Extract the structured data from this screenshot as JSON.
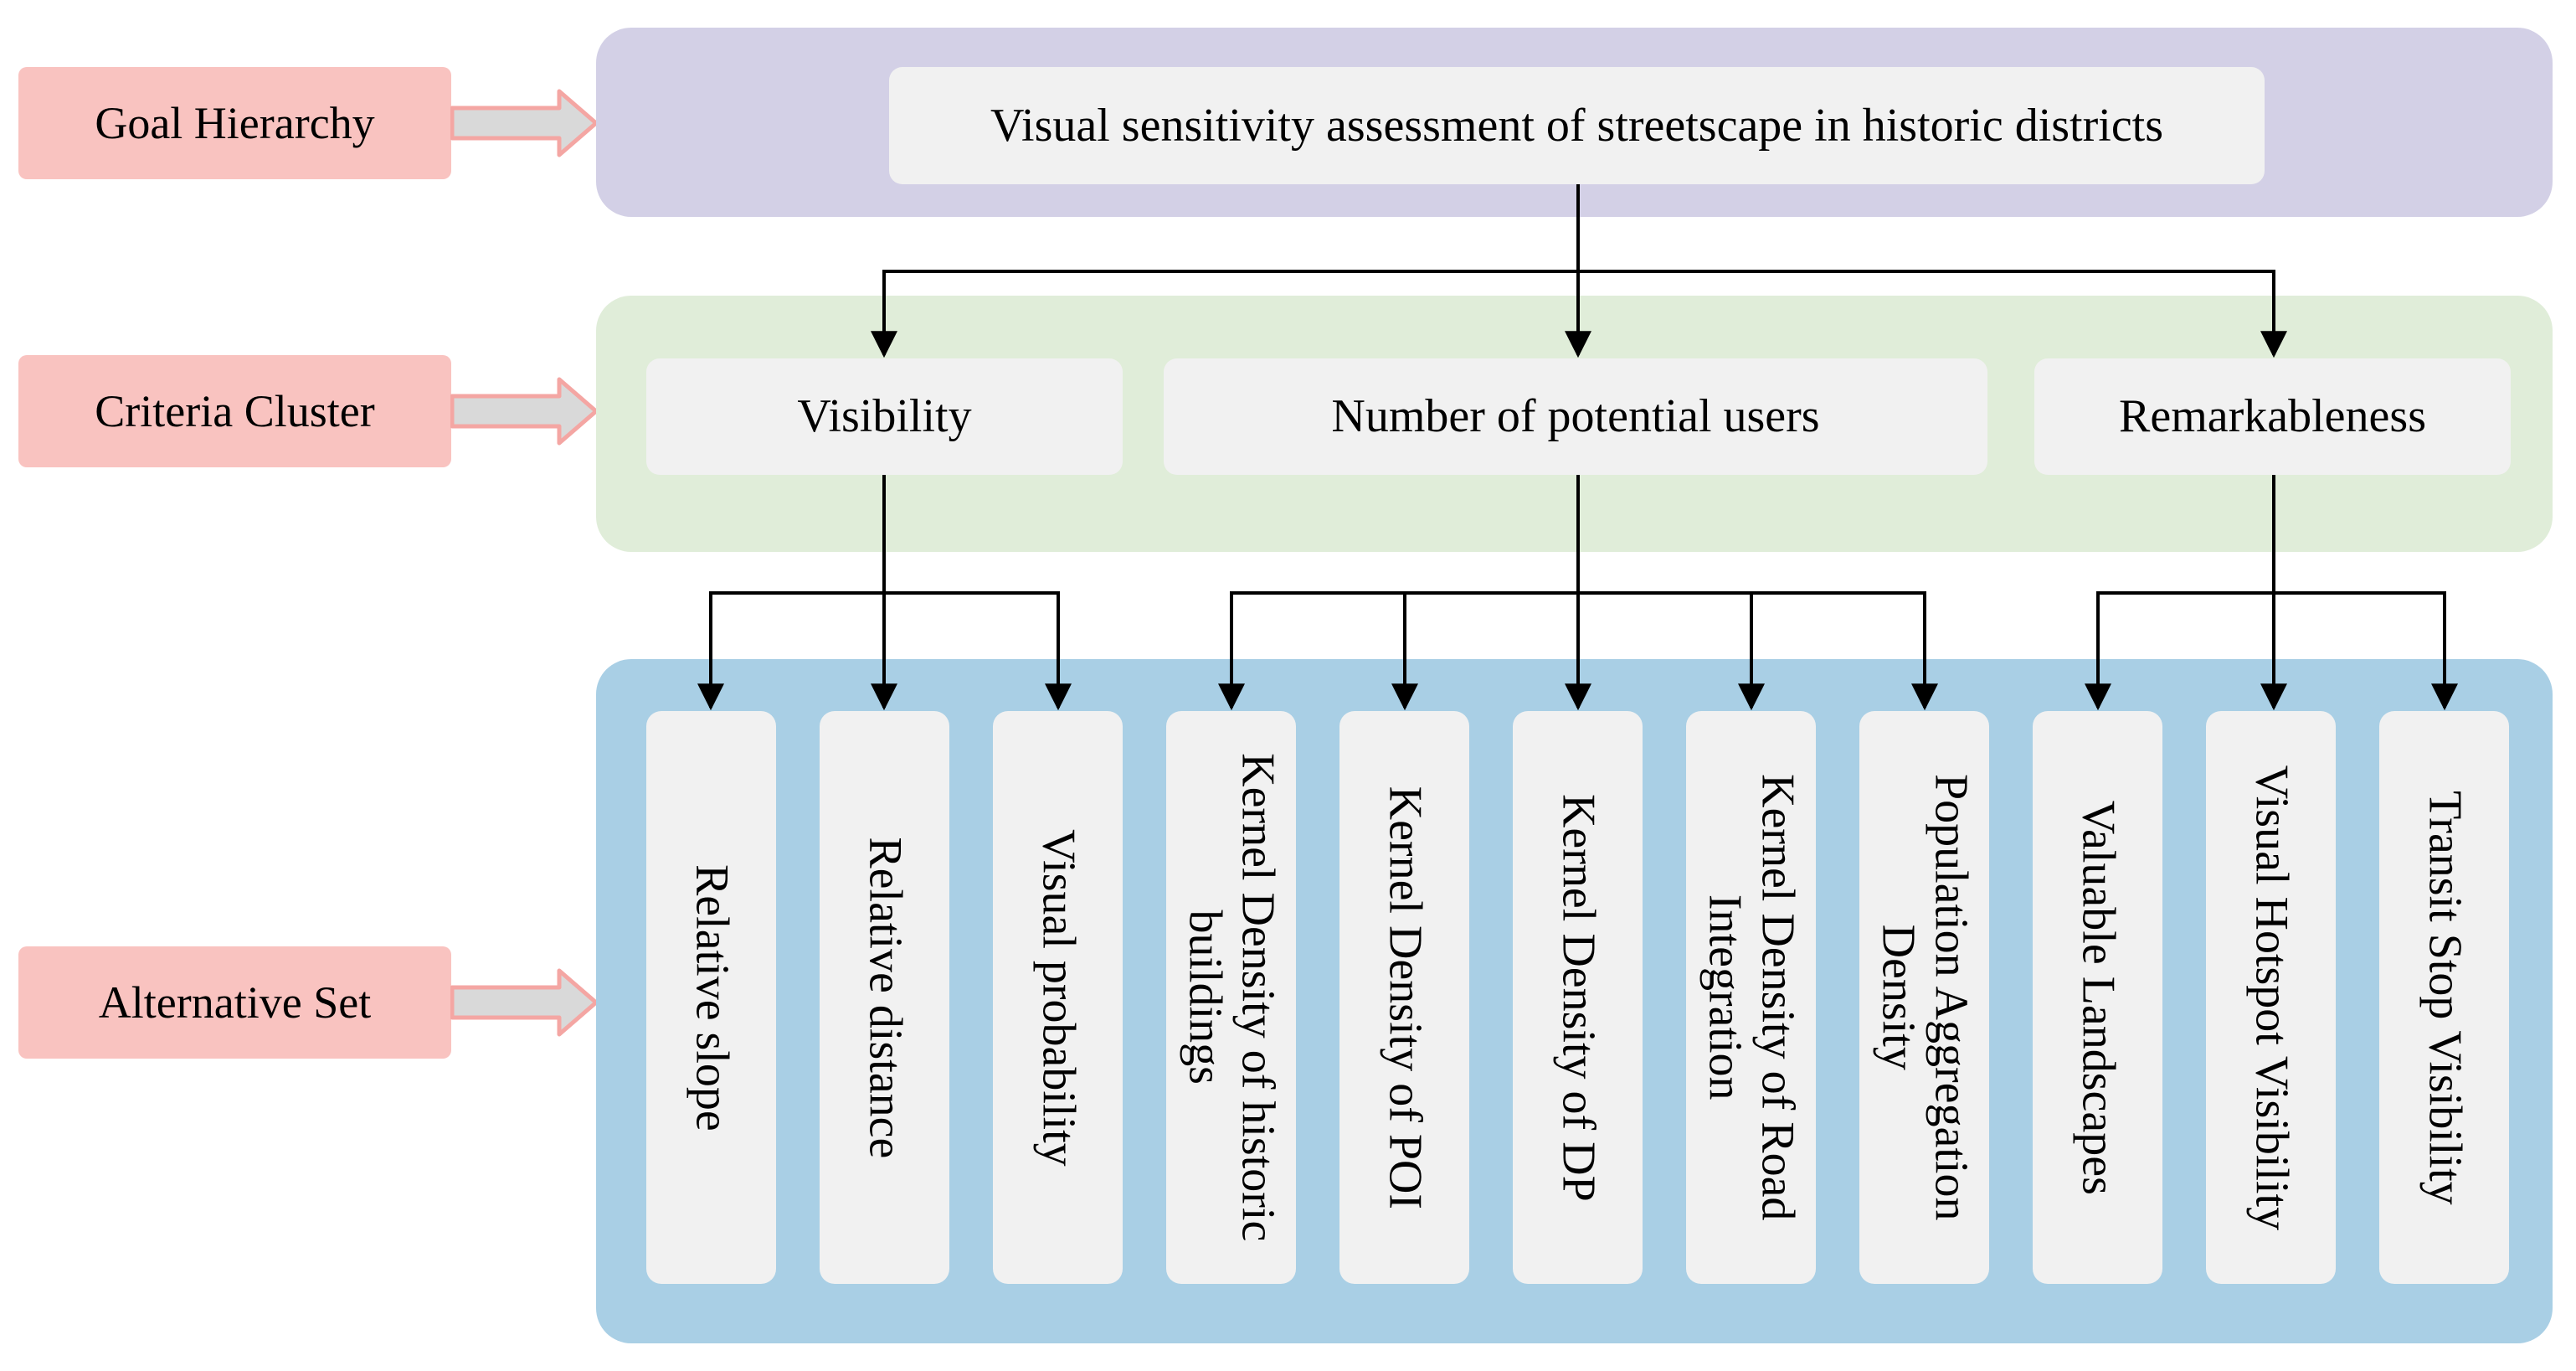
{
  "levels": {
    "goal": "Goal Hierarchy",
    "criteria": "Criteria Cluster",
    "alternatives": "Alternative Set"
  },
  "goal": "Visual sensitivity assessment of streetscape in historic districts",
  "criteria": [
    "Visibility",
    "Number of potential users",
    "Remarkableness"
  ],
  "alternatives": [
    "Relative slope",
    "Relative distance",
    "Visual probability",
    "Kernel Density of historic buildings",
    "Kernel Density of  POI",
    "Kernel Density of DP",
    "Kernel Density of Road Integration",
    "Population Aggregation Density",
    "Valuable Landscapes",
    "Visual Hotspot Visibility",
    "Transit Stop Visibility"
  ],
  "colors": {
    "level_label": "#F9C3C0",
    "goal_panel": "#D3D0E6",
    "criteria_panel": "#E0EDD9",
    "alternative_panel": "#A9CFE5",
    "box": "#F1F1F1",
    "side_arrow_fill": "#D9D9D9",
    "side_arrow_stroke": "#F4A6A3"
  }
}
